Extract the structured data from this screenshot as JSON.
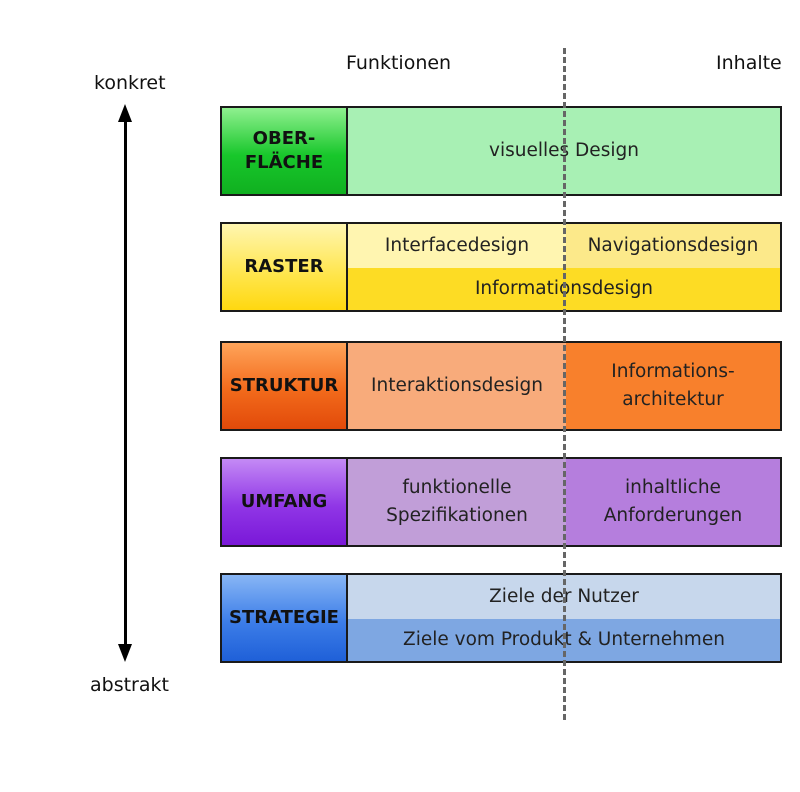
{
  "header": {
    "functions_label": "Funktionen",
    "contents_label": "Inhalte"
  },
  "axis": {
    "top_label": "konkret",
    "bottom_label": "abstrakt"
  },
  "layers": {
    "surface": {
      "label": "OBER-\nFLÄCHE",
      "content": "visuelles Design",
      "color": "#22c433"
    },
    "skeleton": {
      "label": "RASTER",
      "interface": "Interfacedesign",
      "navigation": "Navigationsdesign",
      "information": "Informationsdesign",
      "color": "#ffe233"
    },
    "structure": {
      "label": "STRUKTUR",
      "interaction": "Interaktionsdesign",
      "architecture": "Informations-\narchitektur",
      "color": "#f26a1b"
    },
    "scope": {
      "label": "UMFANG",
      "functional": "funktionelle\nSpezifikationen",
      "content": "inhaltliche\nAnforderungen",
      "color": "#8a2ee0"
    },
    "strategy": {
      "label": "STRATEGIE",
      "user_goals": "Ziele der Nutzer",
      "business_goals": "Ziele vom Produkt & Unternehmen",
      "color": "#2a6fe0"
    }
  }
}
